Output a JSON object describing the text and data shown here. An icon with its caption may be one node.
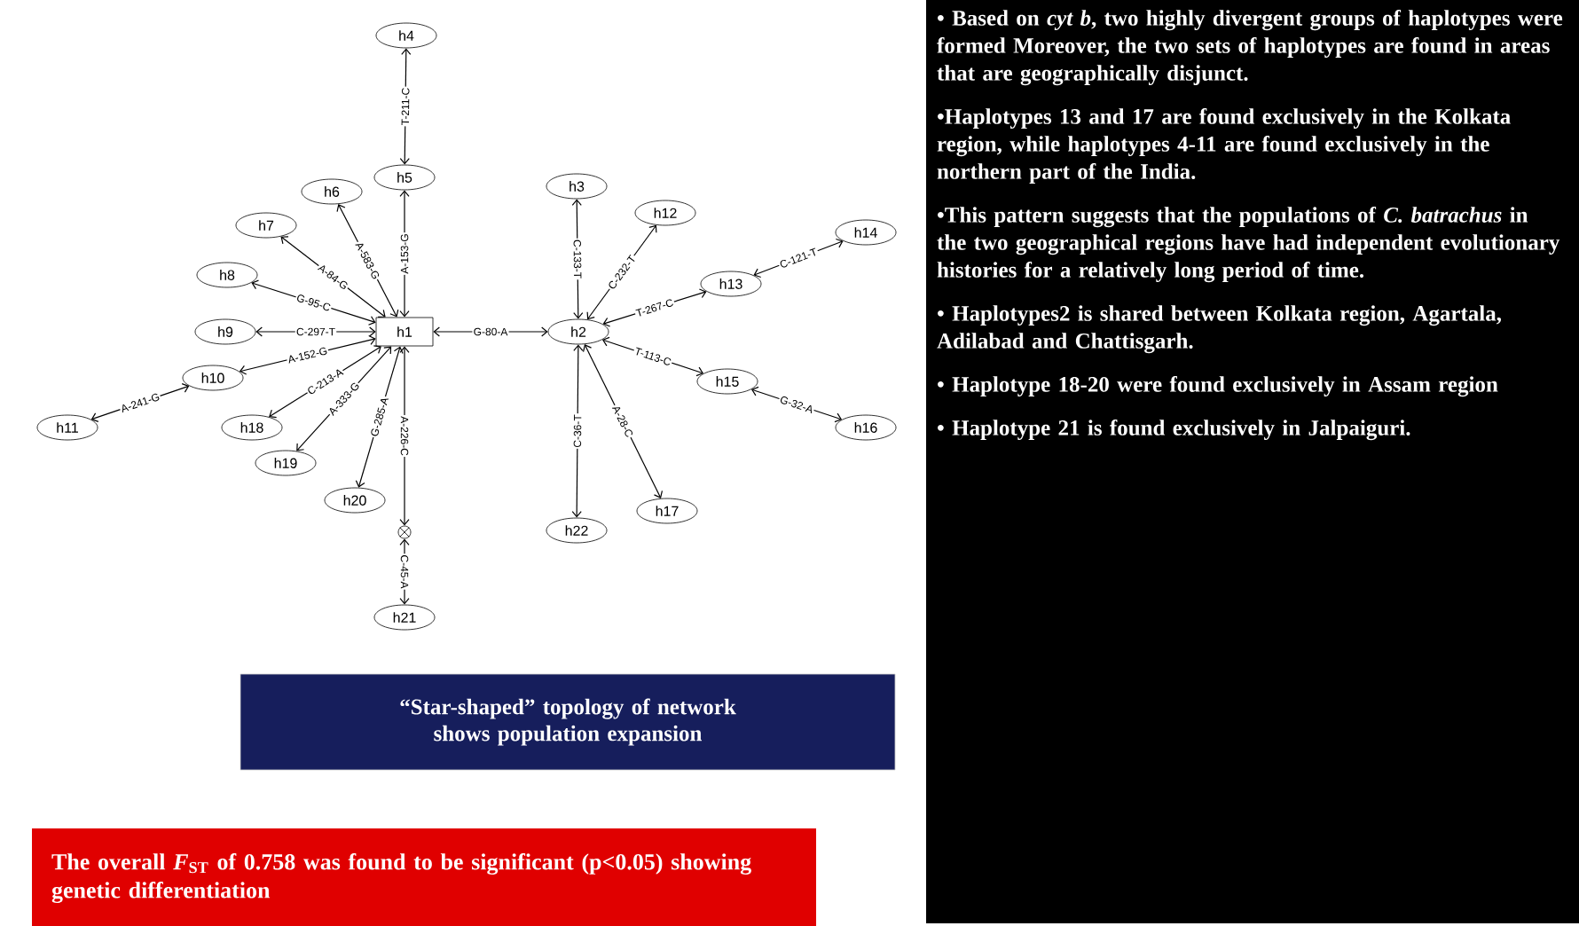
{
  "diagram": {
    "nodes": [
      {
        "text": [
          "h1"
        ]
      },
      {
        "text": [
          "h2"
        ]
      },
      {
        "text": [
          "h3"
        ]
      },
      {
        "text": [
          "h4"
        ]
      },
      {
        "text": [
          "h5"
        ]
      },
      {
        "text": [
          "h6"
        ]
      },
      {
        "text": [
          "h7"
        ]
      },
      {
        "text": [
          "h8"
        ]
      },
      {
        "text": [
          "h9"
        ]
      },
      {
        "text": [
          "h10"
        ]
      },
      {
        "text": [
          "h11"
        ]
      },
      {
        "text": [
          "h12"
        ]
      },
      {
        "text": [
          "h13"
        ]
      },
      {
        "text": [
          "h14"
        ]
      },
      {
        "text": [
          "h15"
        ]
      },
      {
        "text": [
          "h16"
        ]
      },
      {
        "text": [
          "h17"
        ]
      },
      {
        "text": [
          "h18"
        ]
      },
      {
        "text": [
          "h19"
        ]
      },
      {
        "text": [
          "h20"
        ]
      },
      {
        "text": [
          "h21"
        ]
      },
      {
        "text": [
          "h22"
        ]
      },
      {
        "text": [],
        "shape": "circle"
      },
      {
        "text": [
          "“Star-shaped” topology of network shows population expansion"
        ]
      },
      {
        "text": [
          "The overall *F*$_{ST}$ of 0.758 was found to be significant (p<0.05) showing genetic differentiation"
        ]
      },
      {
        "text": [
          "• Based on *cyt b*, two highly divergent groups of haplotypes were formed Moreover, the two sets of haplotypes are found in areas that are geographically disjunct.",
          "•Haplotypes 13 and 17 are found exclusively in the Kolkata region, while haplotypes 4-11 are found exclusively in the northern part of the India.",
          "•This pattern suggests that the populations of *C. batrachus* in the two geographical regions have had independent evolutionary histories for a relatively long period of time.",
          "• Haplotypes2 is shared between Kolkata region, Agartala, Adilabad and Chattisgarh.",
          "•  Haplotype 18-20 were found exclusively in Assam region",
          "• Haplotype 21 is found exclusively in Jalpaiguri."
        ]
      }
    ],
    "edges": [
      {
        "from": 4,
        "to": 3,
        "arrow": "both",
        "label": "T-211-C"
      },
      {
        "from": 0,
        "to": 4,
        "arrow": "both",
        "label": "A-153-G"
      },
      {
        "from": 0,
        "to": 5,
        "arrow": "both",
        "label": "A-583-G"
      },
      {
        "from": 0,
        "to": 6,
        "arrow": "both",
        "label": "A-84-G"
      },
      {
        "from": 0,
        "to": 7,
        "arrow": "both",
        "label": "G-95-C"
      },
      {
        "from": 0,
        "to": 8,
        "arrow": "both",
        "label": "C-297-T"
      },
      {
        "from": 0,
        "to": 9,
        "arrow": "both",
        "label": "A-152-G"
      },
      {
        "from": 9,
        "to": 10,
        "arrow": "both",
        "label": "A-241-G"
      },
      {
        "from": 0,
        "to": 17,
        "arrow": "both",
        "label": "C-213-A"
      },
      {
        "from": 0,
        "to": 18,
        "arrow": "both",
        "label": "A-333-G"
      },
      {
        "from": 0,
        "to": 19,
        "arrow": "both",
        "label": "G-285-A"
      },
      {
        "from": 0,
        "to": 22,
        "arrow": "both",
        "label": "A-226-C"
      },
      {
        "from": 22,
        "to": 20,
        "arrow": "both",
        "label": "C-45-A"
      },
      {
        "from": 0,
        "to": 1,
        "arrow": "both",
        "label": "G-80-A"
      },
      {
        "from": 1,
        "to": 2,
        "arrow": "both",
        "label": "C-133-T"
      },
      {
        "from": 1,
        "to": 11,
        "arrow": "both",
        "label": "C-232-T"
      },
      {
        "from": 1,
        "to": 12,
        "arrow": "both",
        "label": "T-267-C"
      },
      {
        "from": 12,
        "to": 13,
        "arrow": "both",
        "label": "C-121-T"
      },
      {
        "from": 1,
        "to": 14,
        "arrow": "both",
        "label": "T-113-C"
      },
      {
        "from": 14,
        "to": 15,
        "arrow": "both",
        "label": "G-32-A"
      },
      {
        "from": 1,
        "to": 16,
        "arrow": "both",
        "label": "A-28-C"
      },
      {
        "from": 1,
        "to": 21,
        "arrow": "both",
        "label": "C-36-T"
      }
    ]
  }
}
